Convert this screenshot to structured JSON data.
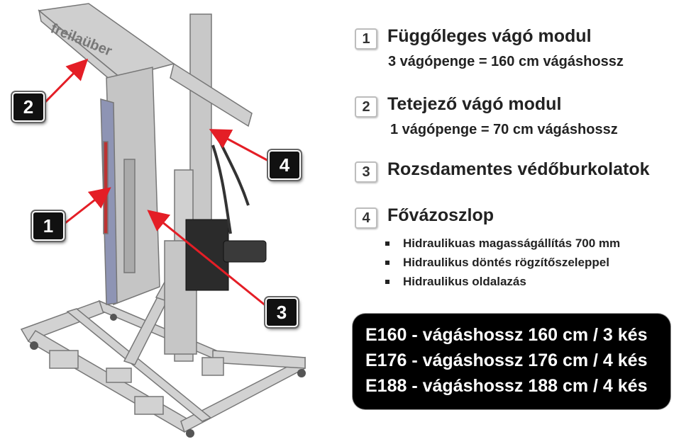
{
  "callouts": [
    "1",
    "2",
    "3",
    "4"
  ],
  "items": [
    {
      "num": "1",
      "title": "Függőleges vágó modul",
      "sub": "3 vágópenge = 160 cm vágáshossz"
    },
    {
      "num": "2",
      "title": "Tetejező vágó modul",
      "sub": "1 vágópenge = 70 cm vágáshossz"
    },
    {
      "num": "3",
      "title": "Rozsdamentes védőburkolatok"
    },
    {
      "num": "4",
      "title": "Fővázoszlop",
      "bullets": [
        "Hidraulikuas magasságállítás 700 mm",
        "Hidraulikus döntés rögzítőszeleppel",
        "Hidraulikus oldalazás"
      ]
    }
  ],
  "models": [
    "E160 - vágáshossz 160 cm / 3 kés",
    "E176 - vágáshossz 176 cm / 4 kés",
    "E188 - vágáshossz 188 cm / 4 kés"
  ],
  "logo_text": "freilaüber",
  "colors": {
    "arrow": "#e41e26",
    "frame": "#c9c9c9",
    "frame_dark": "#8f8f8f",
    "panel": "#8e94b4",
    "cylinder": "#2b2b2b"
  }
}
